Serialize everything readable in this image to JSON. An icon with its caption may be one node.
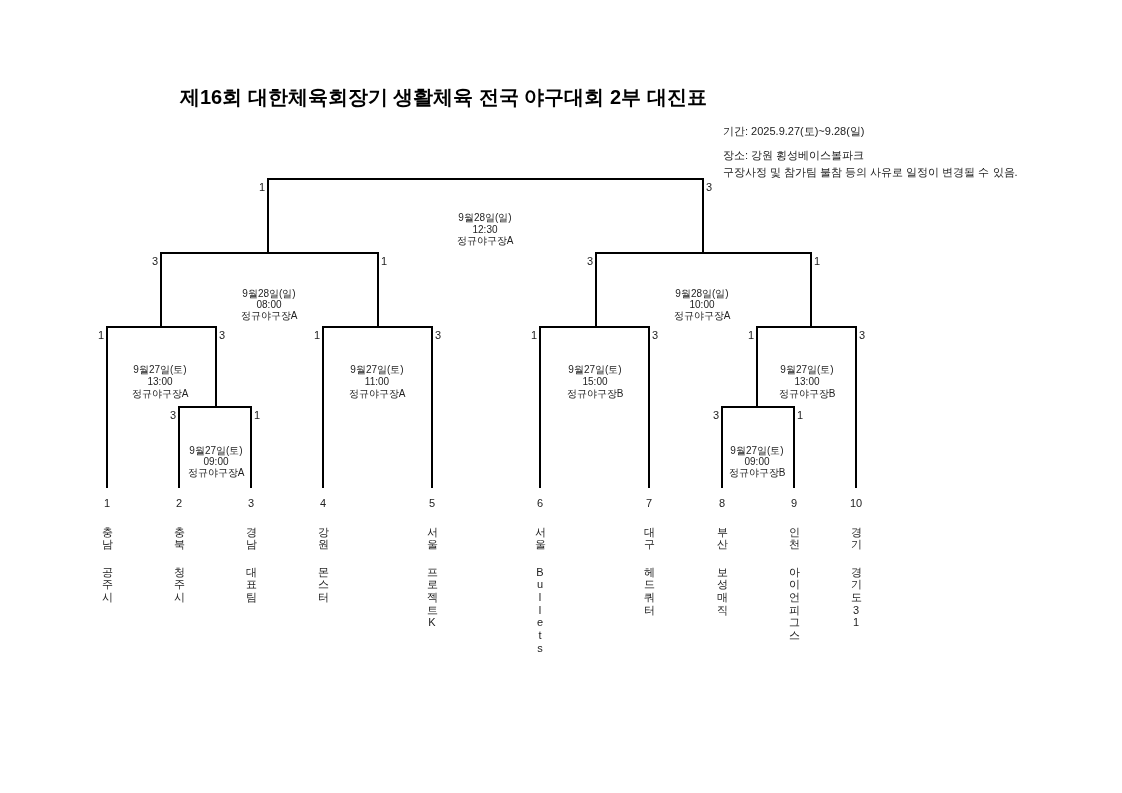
{
  "diagram": {
    "title": "제16회 대한체육회장기 생활체육 전국 야구대회 2부 대진표",
    "nodes": [
      {
        "text": [],
        "shape": "bar",
        "beside": [
          "9월28일(일)",
          "12:30",
          "정규야구장A"
        ]
      },
      {
        "text": [],
        "shape": "bar",
        "beside": [
          "9월28일(일)",
          "08:00",
          "정규야구장A"
        ]
      },
      {
        "text": [],
        "shape": "bar",
        "beside": [
          "9월28일(일)",
          "10:00",
          "정규야구장A"
        ]
      },
      {
        "text": [],
        "shape": "bar",
        "beside": [
          "9월27일(토)",
          "13:00",
          "정규야구장A"
        ]
      },
      {
        "text": [],
        "shape": "bar",
        "beside": [
          "9월27일(토)",
          "11:00",
          "정규야구장A"
        ]
      },
      {
        "text": [],
        "shape": "bar",
        "beside": [
          "9월27일(토)",
          "15:00",
          "정규야구장B"
        ]
      },
      {
        "text": [],
        "shape": "bar",
        "beside": [
          "9월27일(토)",
          "13:00",
          "정규야구장B"
        ]
      },
      {
        "text": [],
        "shape": "bar",
        "beside": [
          "9월27일(토)",
          "09:00",
          "정규야구장A"
        ]
      },
      {
        "text": [],
        "shape": "bar",
        "beside": [
          "9월27일(토)",
          "09:00",
          "정규야구장B"
        ]
      },
      {
        "text": [
          "1",
          "충남",
          "공주시"
        ]
      },
      {
        "text": [
          "2",
          "충북",
          "청주시"
        ]
      },
      {
        "text": [
          "3",
          "경남",
          "대표팀"
        ]
      },
      {
        "text": [
          "4",
          "강원",
          "몬스터"
        ]
      },
      {
        "text": [
          "5",
          "서울",
          "프로젝트K"
        ]
      },
      {
        "text": [
          "6",
          "서울",
          "Bullets"
        ]
      },
      {
        "text": [
          "7",
          "대구",
          "헤드쿼터"
        ]
      },
      {
        "text": [
          "8",
          "부산",
          "보성매직"
        ]
      },
      {
        "text": [
          "9",
          "인천",
          "아이언피그스"
        ]
      },
      {
        "text": [
          "10",
          "경기",
          "경기도31"
        ]
      }
    ],
    "edges": [
      {
        "from": 1,
        "to": 0,
        "arrow": "none",
        "label": "1"
      },
      {
        "from": 2,
        "to": 0,
        "arrow": "none",
        "label": "3"
      },
      {
        "from": 3,
        "to": 1,
        "arrow": "none",
        "label": "3"
      },
      {
        "from": 4,
        "to": 1,
        "arrow": "none",
        "label": "1"
      },
      {
        "from": 5,
        "to": 2,
        "arrow": "none",
        "label": "3"
      },
      {
        "from": 6,
        "to": 2,
        "arrow": "none",
        "label": "1"
      },
      {
        "from": 9,
        "to": 3,
        "arrow": "none",
        "label": "1"
      },
      {
        "from": 7,
        "to": 3,
        "arrow": "none",
        "label": "3"
      },
      {
        "from": 12,
        "to": 4,
        "arrow": "none",
        "label": "1"
      },
      {
        "from": 13,
        "to": 4,
        "arrow": "none",
        "label": "3"
      },
      {
        "from": 14,
        "to": 5,
        "arrow": "none",
        "label": "1"
      },
      {
        "from": 15,
        "to": 5,
        "arrow": "none",
        "label": "3"
      },
      {
        "from": 8,
        "to": 6,
        "arrow": "none",
        "label": "1"
      },
      {
        "from": 18,
        "to": 6,
        "arrow": "none",
        "label": "3"
      },
      {
        "from": 10,
        "to": 7,
        "arrow": "none",
        "label": "3"
      },
      {
        "from": 11,
        "to": 7,
        "arrow": "none",
        "label": "1"
      },
      {
        "from": 16,
        "to": 8,
        "arrow": "none",
        "label": "3"
      },
      {
        "from": 17,
        "to": 8,
        "arrow": "none",
        "label": "1"
      }
    ],
    "labels": [
      "기간: 2025.9.27(토)~9.28(일)",
      "장소: 강원 횡성베이스볼파크",
      "구장사정 및 참가팀 불참 등의 사유로 일정이 변경될 수 있음."
    ]
  }
}
